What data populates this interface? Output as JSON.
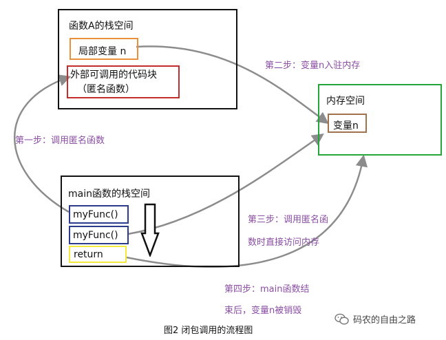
{
  "stackA": {
    "title": "函数A的栈空间",
    "local_var": "局部变量 n",
    "callable_line1": "外部可调用的代码块",
    "callable_line2": "（匿名函数）"
  },
  "memory": {
    "title": "内存空间",
    "var": "变量n"
  },
  "main": {
    "title": "main函数的栈空间",
    "call1": "myFunc()",
    "call2": "myFunc()",
    "ret": "return"
  },
  "steps": {
    "step1": "第一步：调用匿名函数",
    "step2": "第二步：变量n入驻内存",
    "step3_line1": "第三步：调用匿名函",
    "step3_line2": "数时直接访问内存",
    "step4_line1": "第四步：main函数结",
    "step4_line2": "束后，变量n被销毁"
  },
  "caption": "图2 闭包调用的流程图",
  "brand": {
    "icon": "wechat-icon",
    "text": "码农的自由之路"
  },
  "colors": {
    "arrow": "#8c8c8c",
    "step_text": "#8a4ea3",
    "stack_border": "#111111",
    "memory_border": "#22a63a",
    "local_var_border": "#e8913a",
    "callable_border": "#c42c2c",
    "memory_var_border": "#a0714a",
    "call_border": "#2b3a8a",
    "return_border": "#f3ea3b"
  }
}
